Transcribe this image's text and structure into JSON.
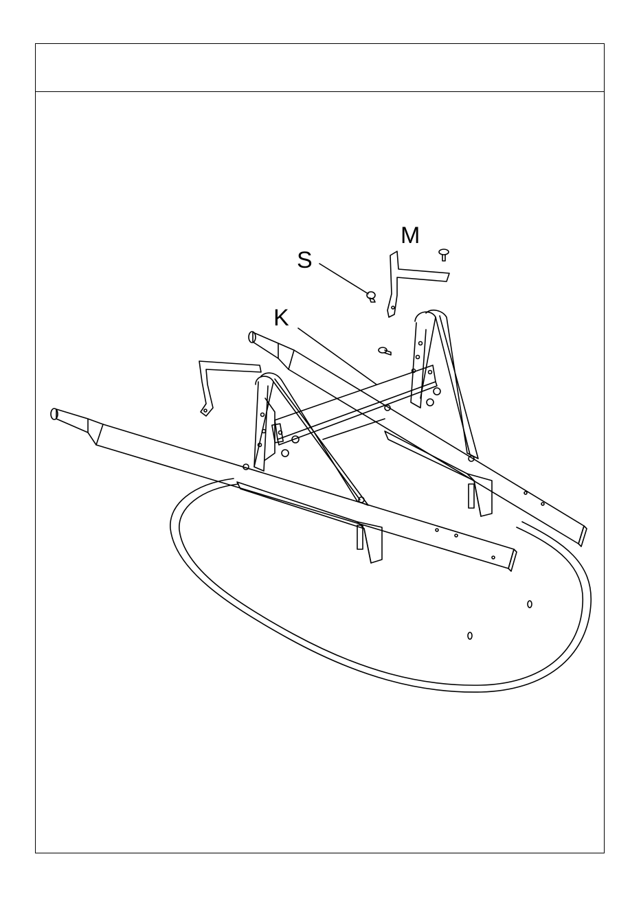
{
  "header": {
    "title": ""
  },
  "diagram": {
    "labels": {
      "M": "M",
      "S": "S",
      "K": "K"
    },
    "stroke_color": "#000000",
    "background_color": "#ffffff"
  }
}
